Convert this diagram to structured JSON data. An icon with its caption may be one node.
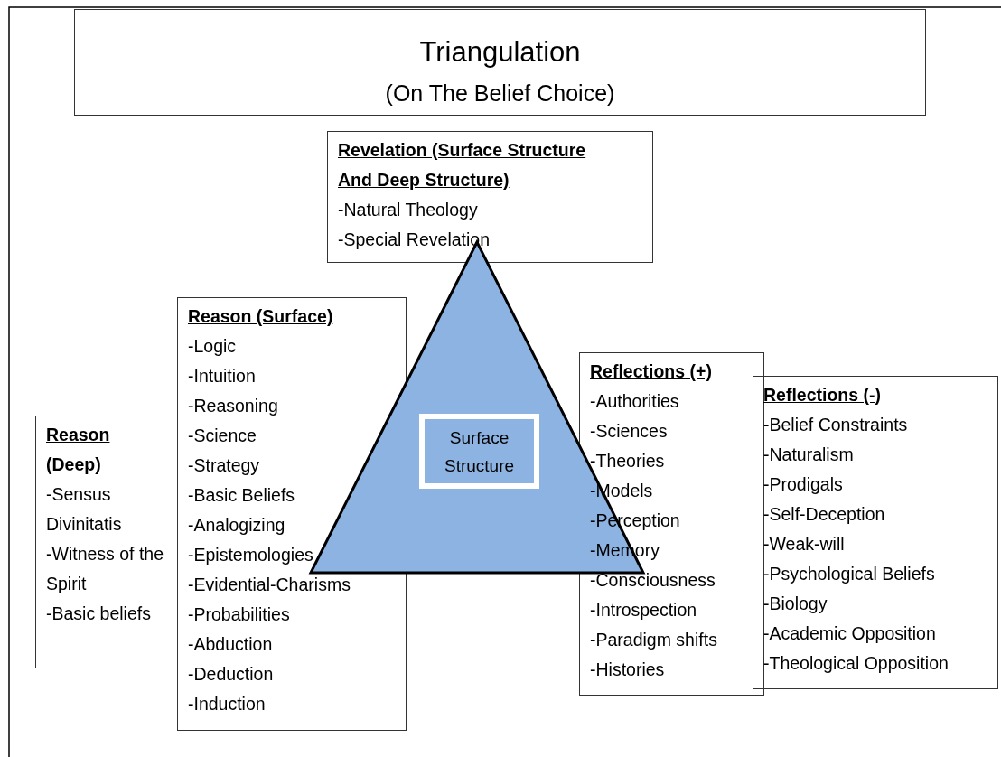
{
  "diagram": {
    "nodes": [
      {
        "text": [
          "Triangulation",
          "(On The Belief Choice)"
        ]
      },
      {
        "text": [
          "Revelation (Surface Structure And Deep Structure)",
          "-Natural Theology",
          "-Special Revelation"
        ]
      },
      {
        "text": [
          "Surface Structure"
        ]
      },
      {
        "text": [
          "Reason (Surface)",
          "-Logic",
          "-Intuition",
          "-Reasoning",
          "-Science",
          "-Strategy",
          "-Basic Beliefs",
          "-Analogizing",
          "-Epistemologies",
          "-Evidential-Charisms",
          "-Probabilities",
          "-Abduction",
          "-Deduction",
          "-Induction"
        ]
      },
      {
        "text": [
          "Reason (Deep)",
          "-Sensus Divinitatis",
          "-Witness of the Spirit",
          "-Basic beliefs"
        ]
      },
      {
        "text": [
          "Reflections (+)",
          "-Authorities",
          "-Sciences",
          "-Theories",
          "-Models",
          "-Perception",
          "-Memory",
          "-Consciousness",
          "-Introspection",
          "-Paradigm shifts",
          "-Histories"
        ]
      },
      {
        "text": [
          "Reflections (-)",
          "-Belief Constraints",
          "-Naturalism",
          "-Prodigals",
          "-Self-Deception",
          "-Weak-will",
          "-Psychological Beliefs",
          "-Biology",
          "-Academic Opposition",
          "-Theological Opposition"
        ]
      }
    ]
  }
}
